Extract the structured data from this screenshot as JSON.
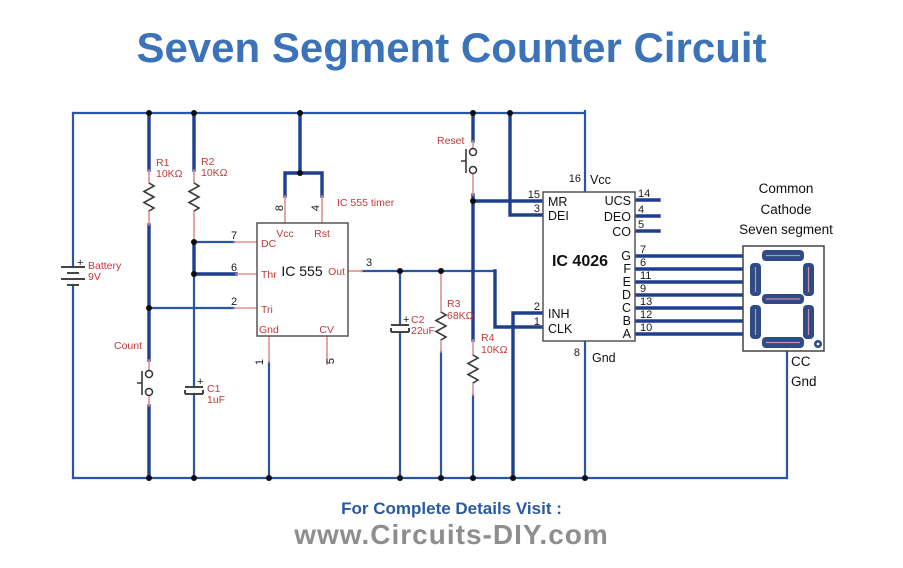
{
  "title": "Seven Segment Counter Circuit",
  "footer": {
    "line1": "For Complete Details Visit :",
    "line2": "www.Circuits-DIY.com"
  },
  "colors": {
    "wire_blue": "#2b55a7",
    "wire_dark": "#1e3e8f",
    "lead_pink": "#e0908f",
    "label_red": "#c03a3a",
    "title_blue": "#3b72b8",
    "footer_blue": "#2a5a9c",
    "footer_gray": "#8e8e8e",
    "segment_blue": "#2e4a87"
  },
  "components": {
    "battery": {
      "name": "Battery",
      "value": "9V",
      "plus": "+"
    },
    "r1": {
      "name": "R1",
      "value": "10KΩ"
    },
    "r2": {
      "name": "R2",
      "value": "10KΩ"
    },
    "r3": {
      "name": "R3",
      "value": "68KΩ"
    },
    "r4": {
      "name": "R4",
      "value": "10KΩ"
    },
    "c1": {
      "name": "C1",
      "value": "1uF",
      "plus": "+"
    },
    "c2": {
      "name": "C2",
      "value": "22uF",
      "plus": "+"
    },
    "count_switch": {
      "label": "Count"
    },
    "reset_switch": {
      "label": "Reset"
    }
  },
  "ic555": {
    "title": "IC 555",
    "note": "IC 555 timer",
    "top_pins": [
      {
        "num": "8",
        "label": "Vcc"
      },
      {
        "num": "4",
        "label": "Rst"
      }
    ],
    "left_pins": [
      {
        "num": "7",
        "label": "DC"
      },
      {
        "num": "6",
        "label": "Thr"
      },
      {
        "num": "2",
        "label": "Tri"
      }
    ],
    "right_pins": [
      {
        "num": "3",
        "label": "Out"
      }
    ],
    "bottom_pins": [
      {
        "num": "1",
        "label": "Gnd"
      },
      {
        "num": "5",
        "label": "CV"
      }
    ]
  },
  "ic4026": {
    "title": "IC 4026",
    "top_pin": {
      "num": "16",
      "label": "Vcc"
    },
    "bottom_pin": {
      "num": "8",
      "label": "Gnd"
    },
    "left_pins": [
      {
        "num": "15",
        "label": "MR"
      },
      {
        "num": "3",
        "label": "DEI"
      },
      {
        "num": "2",
        "label": "INH"
      },
      {
        "num": "1",
        "label": "CLK"
      }
    ],
    "right_pins": [
      {
        "num": "14",
        "label": "UCS"
      },
      {
        "num": "4",
        "label": "DEO"
      },
      {
        "num": "5",
        "label": "CO"
      },
      {
        "num": "7",
        "label": "G"
      },
      {
        "num": "6",
        "label": "F"
      },
      {
        "num": "11",
        "label": "E"
      },
      {
        "num": "9",
        "label": "D"
      },
      {
        "num": "13",
        "label": "C"
      },
      {
        "num": "12",
        "label": "B"
      },
      {
        "num": "10",
        "label": "A"
      }
    ]
  },
  "display": {
    "heading": [
      "Common",
      "Cathode",
      "Seven segment"
    ],
    "cc": "CC",
    "gnd": "Gnd"
  }
}
